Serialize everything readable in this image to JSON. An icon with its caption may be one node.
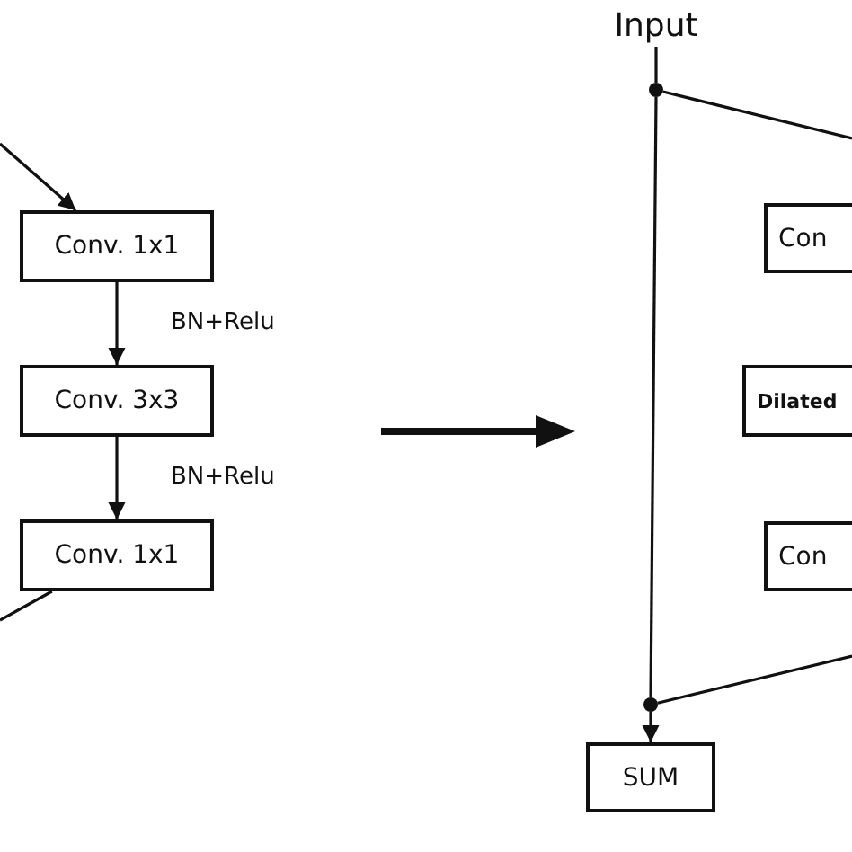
{
  "diagram": {
    "nodes": [
      {
        "text": [
          "Conv. 1x1"
        ]
      },
      {
        "text": [
          "Conv. 3x3"
        ]
      },
      {
        "text": [
          "Conv. 1x1"
        ]
      },
      {
        "text": [
          "Input"
        ]
      },
      {
        "text": [],
        "shape": "circle"
      },
      {
        "text": [
          "Con"
        ]
      },
      {
        "text": [
          "Dilated"
        ]
      },
      {
        "text": [
          "Con"
        ]
      },
      {
        "text": [],
        "shape": "circle"
      },
      {
        "text": [
          "SUM"
        ]
      }
    ],
    "edges": [
      {
        "from": null,
        "to": 0,
        "arrow": "to"
      },
      {
        "from": 0,
        "to": 1,
        "arrow": "to",
        "label": "BN+Relu"
      },
      {
        "from": 1,
        "to": 2,
        "arrow": "to",
        "label": "BN+Relu"
      },
      {
        "from": 2,
        "to": null,
        "arrow": "none"
      },
      {
        "from": 3,
        "to": 4,
        "arrow": "none"
      },
      {
        "from": 4,
        "to": 8,
        "arrow": "none"
      },
      {
        "from": 4,
        "to": null,
        "arrow": "none"
      },
      {
        "from": null,
        "to": 8,
        "arrow": "none"
      },
      {
        "from": 8,
        "to": 9,
        "arrow": "to"
      }
    ]
  }
}
